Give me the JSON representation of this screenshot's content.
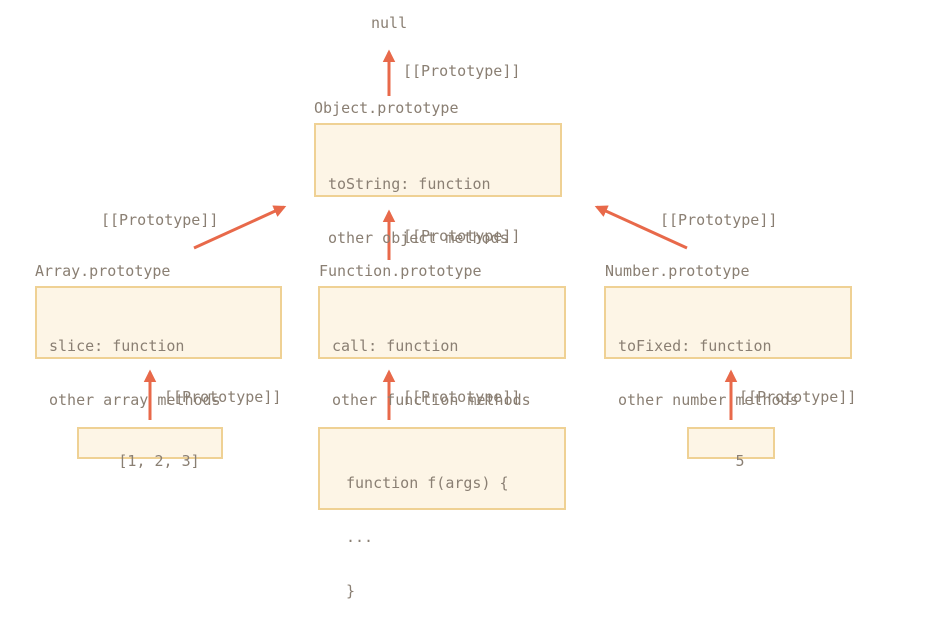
{
  "null_label": "null",
  "prototype_link_label": "[[Prototype]]",
  "object_proto": {
    "title": "Object.prototype",
    "lines": [
      "toString: function",
      "other object methods"
    ]
  },
  "array_proto": {
    "title": "Array.prototype",
    "lines": [
      "slice: function",
      "other array methods"
    ]
  },
  "function_proto": {
    "title": "Function.prototype",
    "lines": [
      "call: function",
      "other function methods"
    ]
  },
  "number_proto": {
    "title": "Number.prototype",
    "lines": [
      "toFixed: function",
      "other number methods"
    ]
  },
  "array_instance": {
    "text": "[1, 2, 3]"
  },
  "function_instance": {
    "lines": [
      "function f(args) {",
      "...",
      "}"
    ]
  },
  "number_instance": {
    "text": "5"
  },
  "colors": {
    "arrow": "#e8694a",
    "box_fill": "#fdf5e6",
    "box_border": "#efd194",
    "text": "#8a7f73"
  }
}
